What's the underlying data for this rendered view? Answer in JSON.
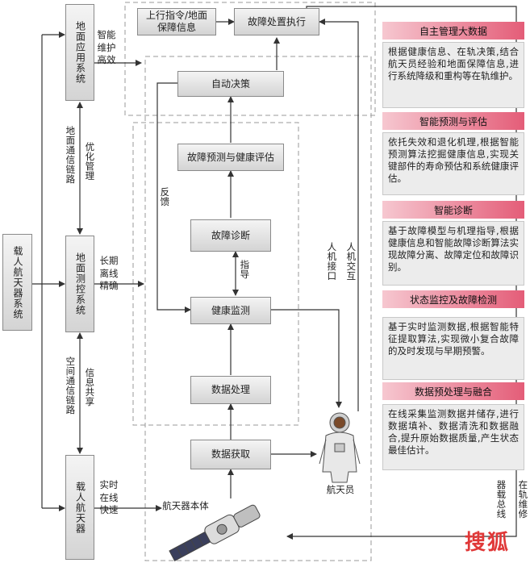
{
  "left_column": {
    "spacecraft_system": "载人航天器系统",
    "ground_app_system": "地面应用系统",
    "ground_tt_system": "地面测控系统",
    "spacecraft": "载人航天器"
  },
  "links": {
    "ground_comm_link": "地面通信链路",
    "optimize_manage": "优化管理",
    "space_comm_link": "空间通信链路",
    "info_share": "信息共享",
    "smart_maintain": "智能维护高效",
    "offline_precise": "长期离线精确",
    "realtime_online": "实时在线快速"
  },
  "flow": {
    "uplink_info": "上行指令/地面保障信息",
    "fault_exec": "故障处置执行",
    "auto_decision": "自动决策",
    "fault_predict": "故障预测与健康评估",
    "fault_diag": "故障诊断",
    "health_monitor": "健康监测",
    "data_process": "数据处理",
    "data_acquire": "数据获取",
    "feedback": "反馈",
    "guide": "指导",
    "human_interface": "人机接口",
    "human_interaction": "人机交互",
    "astronaut": "航天员",
    "spacecraft_body": "航天器本体",
    "bus": "器载总线",
    "onorbit": "在轨维修"
  },
  "panels": [
    {
      "title": "自主管理大数据",
      "body": "根据健康信息、在轨决策,结合航天员经验和地面保障信息,进行系统降级和重构等在轨维护。"
    },
    {
      "title": "智能预测与评估",
      "body": "依托失效和退化机理,根据智能预测算法挖掘健康信息,实现关键部件的寿命预估和系统健康评估。"
    },
    {
      "title": "智能诊断",
      "body": "基于故障模型与机理指导,根据健康信息和智能故障诊断算法实现故障分离、故障定位和故障识别。"
    },
    {
      "title": "状态监控及故障检测",
      "body": "基于实时监测数据,根据智能特征提取算法,实现微小复合故障的及时发现与早期预警。"
    },
    {
      "title": "数据预处理与融合",
      "body": "在线采集监测数据并储存,进行数据填补、数据清洗和数据融合,提升原始数据质量,产生状态最佳估计。"
    }
  ],
  "watermark": "搜狐"
}
